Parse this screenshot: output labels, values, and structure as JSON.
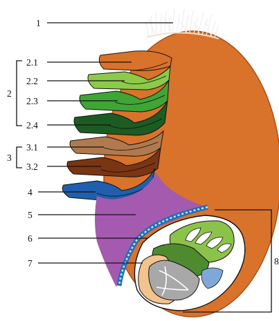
{
  "labels": {
    "l1": "1",
    "l2": "2",
    "l2_1": "2.1",
    "l2_2": "2.2",
    "l2_3": "2.3",
    "l2_4": "2.4",
    "l3": "3",
    "l3_1": "3.1",
    "l3_2": "3.2",
    "l4": "4",
    "l5": "5",
    "l6": "6",
    "l7": "7",
    "l8": "8"
  },
  "colors": {
    "pericarp": "#D9722B",
    "pericarp_dark": "#A8501A",
    "layer_2_1": "#D9722B",
    "layer_2_2": "#8CCB4A",
    "layer_2_3": "#3FA535",
    "layer_2_4": "#1C5C22",
    "layer_3_1": "#B07A4E",
    "layer_3_2": "#7A3512",
    "layer_4": "#1F5FAD",
    "endosperm": "#A45AAE",
    "aleurone": "#2E7FC4",
    "scutellum": "#8BC34A",
    "embryo_axis": "#4E8A2E",
    "plumule": "#A8A8A8",
    "coleorhiza": "#F2C38C",
    "radicle_tip": "#7FA8D8",
    "brush_hairs": "#F0F0F0"
  }
}
